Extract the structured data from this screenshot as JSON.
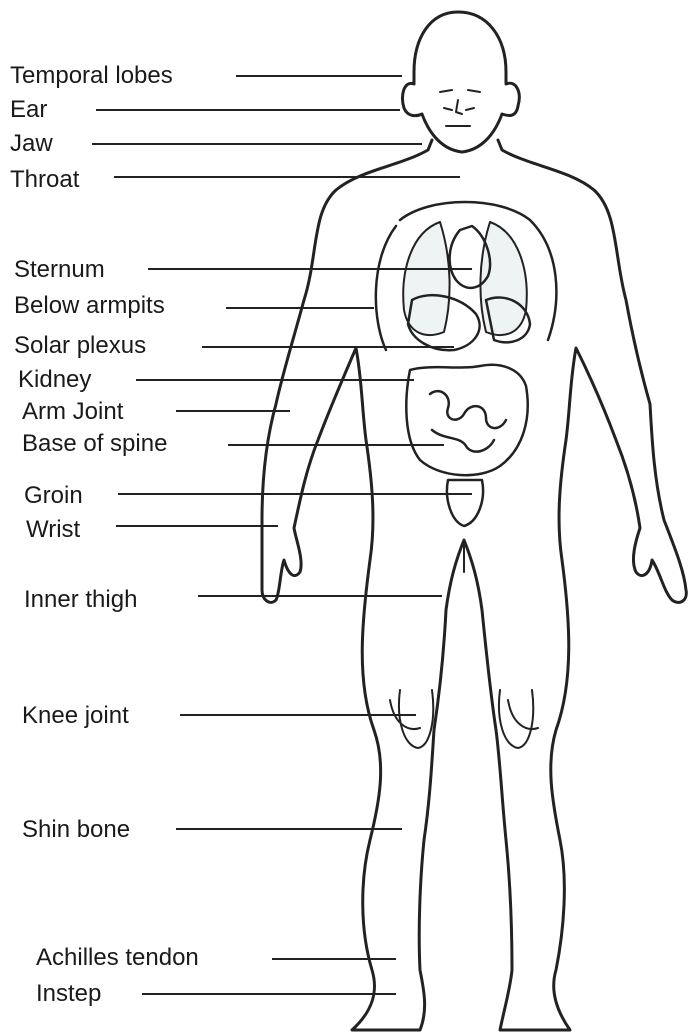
{
  "diagram": {
    "labels": [
      {
        "id": "temporal-lobes",
        "text": "Temporal lobes"
      },
      {
        "id": "ear",
        "text": "Ear"
      },
      {
        "id": "jaw",
        "text": "Jaw"
      },
      {
        "id": "throat",
        "text": "Throat"
      },
      {
        "id": "sternum",
        "text": "Sternum"
      },
      {
        "id": "below-armpits",
        "text": "Below armpits"
      },
      {
        "id": "solar-plexus",
        "text": "Solar plexus"
      },
      {
        "id": "kidney",
        "text": "Kidney"
      },
      {
        "id": "arm-joint",
        "text": "Arm Joint"
      },
      {
        "id": "base-of-spine",
        "text": "Base of spine"
      },
      {
        "id": "groin",
        "text": "Groin"
      },
      {
        "id": "wrist",
        "text": "Wrist"
      },
      {
        "id": "inner-thigh",
        "text": "Inner thigh"
      },
      {
        "id": "knee-joint",
        "text": "Knee joint"
      },
      {
        "id": "shin-bone",
        "text": "Shin bone"
      },
      {
        "id": "achilles-tendon",
        "text": "Achilles tendon"
      },
      {
        "id": "instep",
        "text": "Instep"
      }
    ]
  },
  "colors": {
    "ink": "#222222",
    "text": "#1a1a1a",
    "background": "#ffffff",
    "lung_tint": "#eef4f4"
  }
}
